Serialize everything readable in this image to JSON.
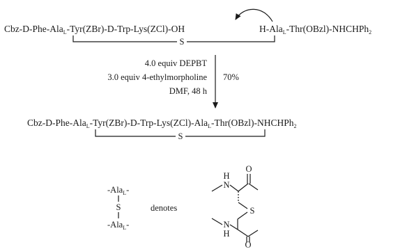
{
  "reactant_left": {
    "part1": "Cbz-D-Phe-Ala",
    "part1_sub": "L",
    "part2": "-Tyr(ZBr)-D-Trp-Lys(ZCl)-OH"
  },
  "reactant_right": {
    "part1": "H-Ala",
    "part1_sub": "L",
    "part2": "-Thr(OBzl)-NHCHPh",
    "part2_sub": "2"
  },
  "bridge_atom_top": "S",
  "conditions": {
    "line1": "4.0 equiv DEPBT",
    "line2": "3.0 equiv 4-ethylmorpholine",
    "line3": "DMF, 48 h",
    "yield": "70%"
  },
  "product": {
    "part1": "Cbz-D-Phe-Ala",
    "part1_sub": "L",
    "part2": "-Tyr(ZBr)-D-Trp-Lys(ZCl)-Ala",
    "part2_sub": "L",
    "part3": "-Thr(OBzl)-NHCHPh",
    "part3_sub": "2"
  },
  "bridge_atom_product": "S",
  "legend": {
    "top_label": "-Ala",
    "top_sub": "L",
    "top_tail": "-",
    "s_label": "S",
    "bottom_label": "-Ala",
    "bottom_sub": "L",
    "bottom_tail": "-",
    "denotes": "denotes",
    "structure_atoms": {
      "n_top": "N",
      "h_top": "H",
      "o_top": "O",
      "s": "S",
      "n_bottom": "N",
      "h_bottom": "H",
      "o_bottom": "O"
    }
  }
}
